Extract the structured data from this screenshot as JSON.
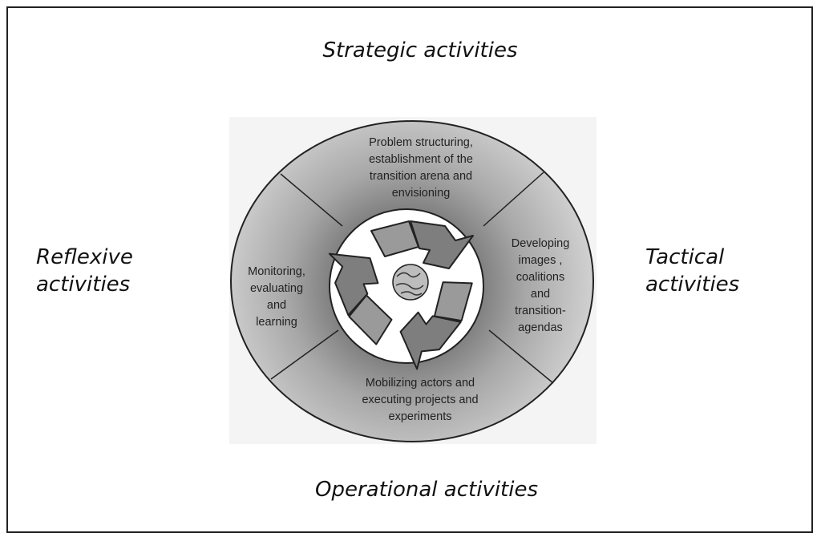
{
  "outer_labels": {
    "top": "Strategic activities",
    "left": [
      "Reflexive",
      "activities"
    ],
    "right": [
      "Tactical",
      "activities"
    ],
    "bottom": "Operational activities"
  },
  "segments": {
    "top": [
      "Problem structuring,",
      "establishment of the",
      "transition arena and",
      "envisioning"
    ],
    "right": [
      "Developing",
      "images ,",
      "coalitions",
      "and",
      "transition-",
      "agendas"
    ],
    "bottom": [
      "Mobilizing actors and",
      "executing projects and",
      "experiments"
    ],
    "left": [
      "Monitoring,",
      "evaluating",
      "and",
      "learning"
    ]
  },
  "center_icon": "recycle-globe-icon",
  "colors": {
    "segment_fill": "#a9a9a9",
    "segment_light": "#d9d9d9",
    "border": "#222222"
  }
}
